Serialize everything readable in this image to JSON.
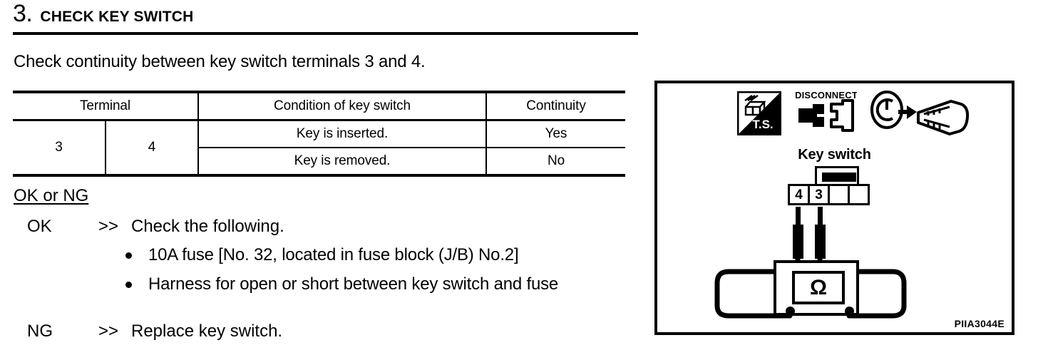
{
  "step": {
    "number": "3.",
    "title": "CHECK KEY SWITCH",
    "intro": "Check continuity between key switch terminals 3 and 4."
  },
  "table": {
    "headers": {
      "terminal": "Terminal",
      "condition": "Condition of key switch",
      "continuity": "Continuity"
    },
    "terminals": {
      "first": "3",
      "second": "4"
    },
    "rows": [
      {
        "condition": "Key is inserted.",
        "continuity": "Yes"
      },
      {
        "condition": "Key is removed.",
        "continuity": "No"
      }
    ]
  },
  "judgement": {
    "heading": "OK or NG",
    "ok": {
      "label": "OK",
      "arrow": ">>",
      "action": "Check the following.",
      "bullets": [
        "10A fuse [No. 32, located in fuse block (J/B) No.2]",
        "Harness for open or short between key switch and fuse"
      ]
    },
    "ng": {
      "label": "NG",
      "arrow": ">>",
      "action": "Replace key switch."
    }
  },
  "diagram": {
    "figure_code": "PIIA3044E",
    "icons": {
      "ts": "T.S.",
      "disconnect": "DISCONNECT",
      "key_insert": "key-insert-icon"
    },
    "component_label": "Key switch",
    "connector_cells": [
      "4",
      "3",
      "",
      ""
    ],
    "meter_symbol": "Ω"
  },
  "colors": {
    "ink": "#000000",
    "paper": "#ffffff"
  }
}
